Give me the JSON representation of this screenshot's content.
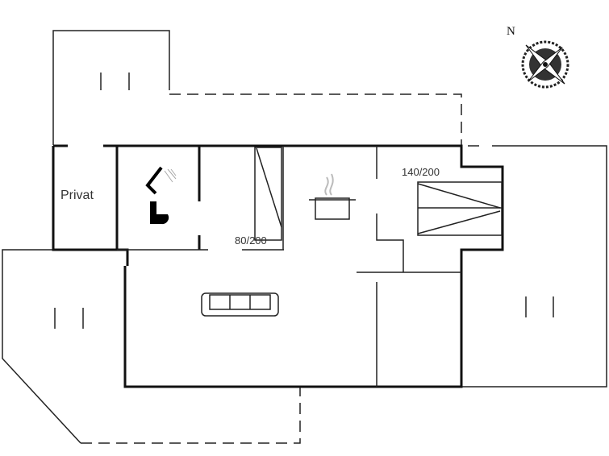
{
  "rooms": {
    "privat_label": "Privat"
  },
  "beds": {
    "single": "80/200",
    "double": "140/200"
  },
  "compass": {
    "north_label": "N"
  },
  "icons": [
    "shower-icon",
    "toilet-icon",
    "cooking-pot-icon",
    "sofa-icon",
    "compass-icon",
    "bed-icon"
  ]
}
